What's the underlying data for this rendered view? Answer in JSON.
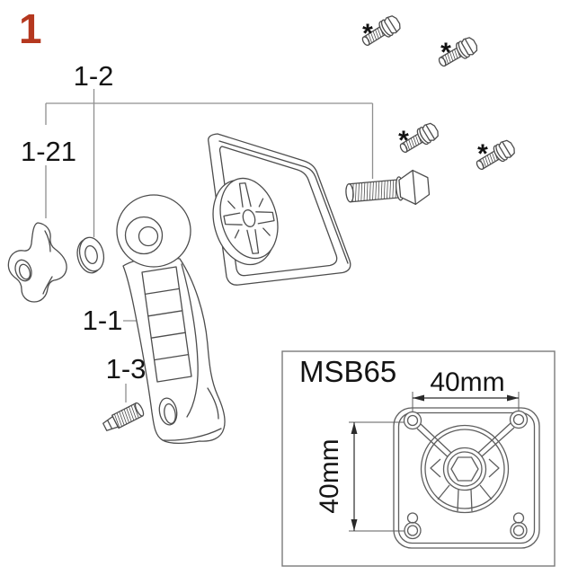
{
  "figure": {
    "step_number": "1",
    "accent_color": "#b5381f"
  },
  "callouts": {
    "washer": "1-2",
    "clamp_knob": "1-21",
    "arm": "1-1",
    "set_screw": "1-3",
    "optional_screw_marker": "*"
  },
  "inset": {
    "model": "MSB65",
    "width_dimension": "40mm",
    "height_dimension": "40mm"
  }
}
